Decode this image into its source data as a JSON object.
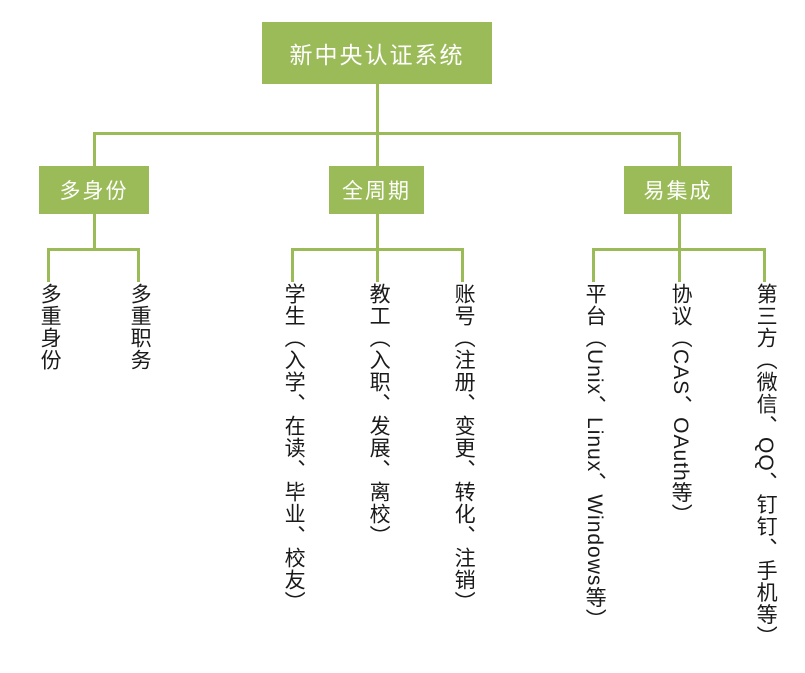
{
  "diagram": {
    "title": "新中央认证系统",
    "accent_color": "#9BBB59",
    "text_color_on_accent": "#FFFFFF",
    "leaf_text_color": "#1A1A1A",
    "type": "org-tree"
  },
  "root": {
    "label": "新中央认证系统"
  },
  "branches": [
    {
      "label": "多身份",
      "leaves": [
        {
          "label": "多重身份"
        },
        {
          "label": "多重职务"
        }
      ]
    },
    {
      "label": "全周期",
      "leaves": [
        {
          "label": "学生（入学、在读、毕业、校友）"
        },
        {
          "label": "教工（入职、发展、离校）"
        },
        {
          "label": "账号（注册、变更、转化、注销）"
        }
      ]
    },
    {
      "label": "易集成",
      "leaves": [
        {
          "label": "平台（Unix、Linux、Windows等）"
        },
        {
          "label": "协议（CAS、OAuth等）"
        },
        {
          "label": "第三方（微信、QQ、钉钉、手机等）"
        }
      ]
    }
  ]
}
